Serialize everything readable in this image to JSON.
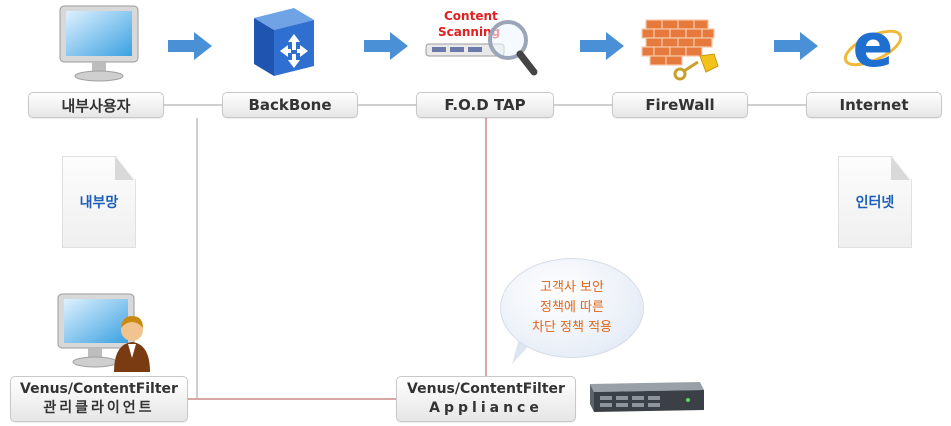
{
  "nodes": {
    "internal_user": "내부사용자",
    "backbone": "BackBone",
    "fod_tap": "F.O.D TAP",
    "firewall": "FireWall",
    "internet": "Internet"
  },
  "content_scanning": [
    "Content",
    "Scanning"
  ],
  "zones": {
    "internal_network": "내부망",
    "internet_zone": "인터넷"
  },
  "client_label": [
    "Venus/ContentFilter",
    "관리클라이언트"
  ],
  "appliance_label": [
    "Venus/ContentFilter",
    "Appliance"
  ],
  "bubble_lines": [
    "고객사 보안",
    "정책에 따른",
    "차단 정책 적용"
  ],
  "colors": {
    "arrow": "#4a90d6",
    "link_gray": "#cfcfcf",
    "link_red": "#d9a6a6",
    "bubble_text": "#e0661b",
    "zone_text": "#1d5fb8"
  }
}
